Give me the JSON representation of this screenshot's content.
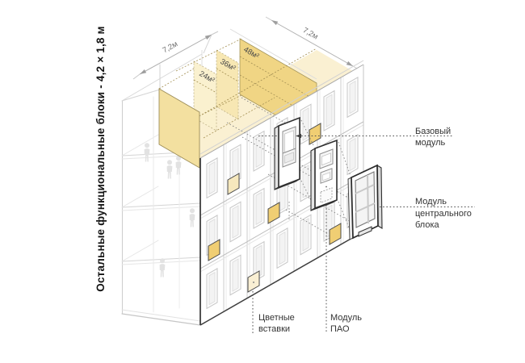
{
  "title_vertical": "Остальные функциональные блоки - 4,2 × 1,8 м",
  "dimension_left": "7,2м",
  "dimension_right": "7,2м",
  "area_labels": [
    "24м²",
    "36м²",
    "48м²"
  ],
  "callouts": {
    "basic_module": {
      "line1": "Базовый",
      "line2": "модуль"
    },
    "central_block_module": {
      "line1": "Модуль",
      "line2": "центрального",
      "line3": "блока"
    },
    "color_inserts": {
      "line1": "Цветные",
      "line2": "вставки"
    },
    "pao_module": {
      "line1": "Модуль",
      "line2": "ПАО"
    }
  },
  "colors": {
    "wall_yellow": "#F0D584",
    "wall_front": "#F3E0A0",
    "wall_yellow_medium": "#F7E7B3",
    "wall_yellow_light": "#FAF1CF",
    "floor_cream": "#FAF0D2",
    "insert_yellow": "#F0CE73",
    "insert_light": "#F6E8BD",
    "insert_cream": "#F9EFD3",
    "outline_dark": "#3E3E3E",
    "line_gray": "#C9C9C9"
  }
}
